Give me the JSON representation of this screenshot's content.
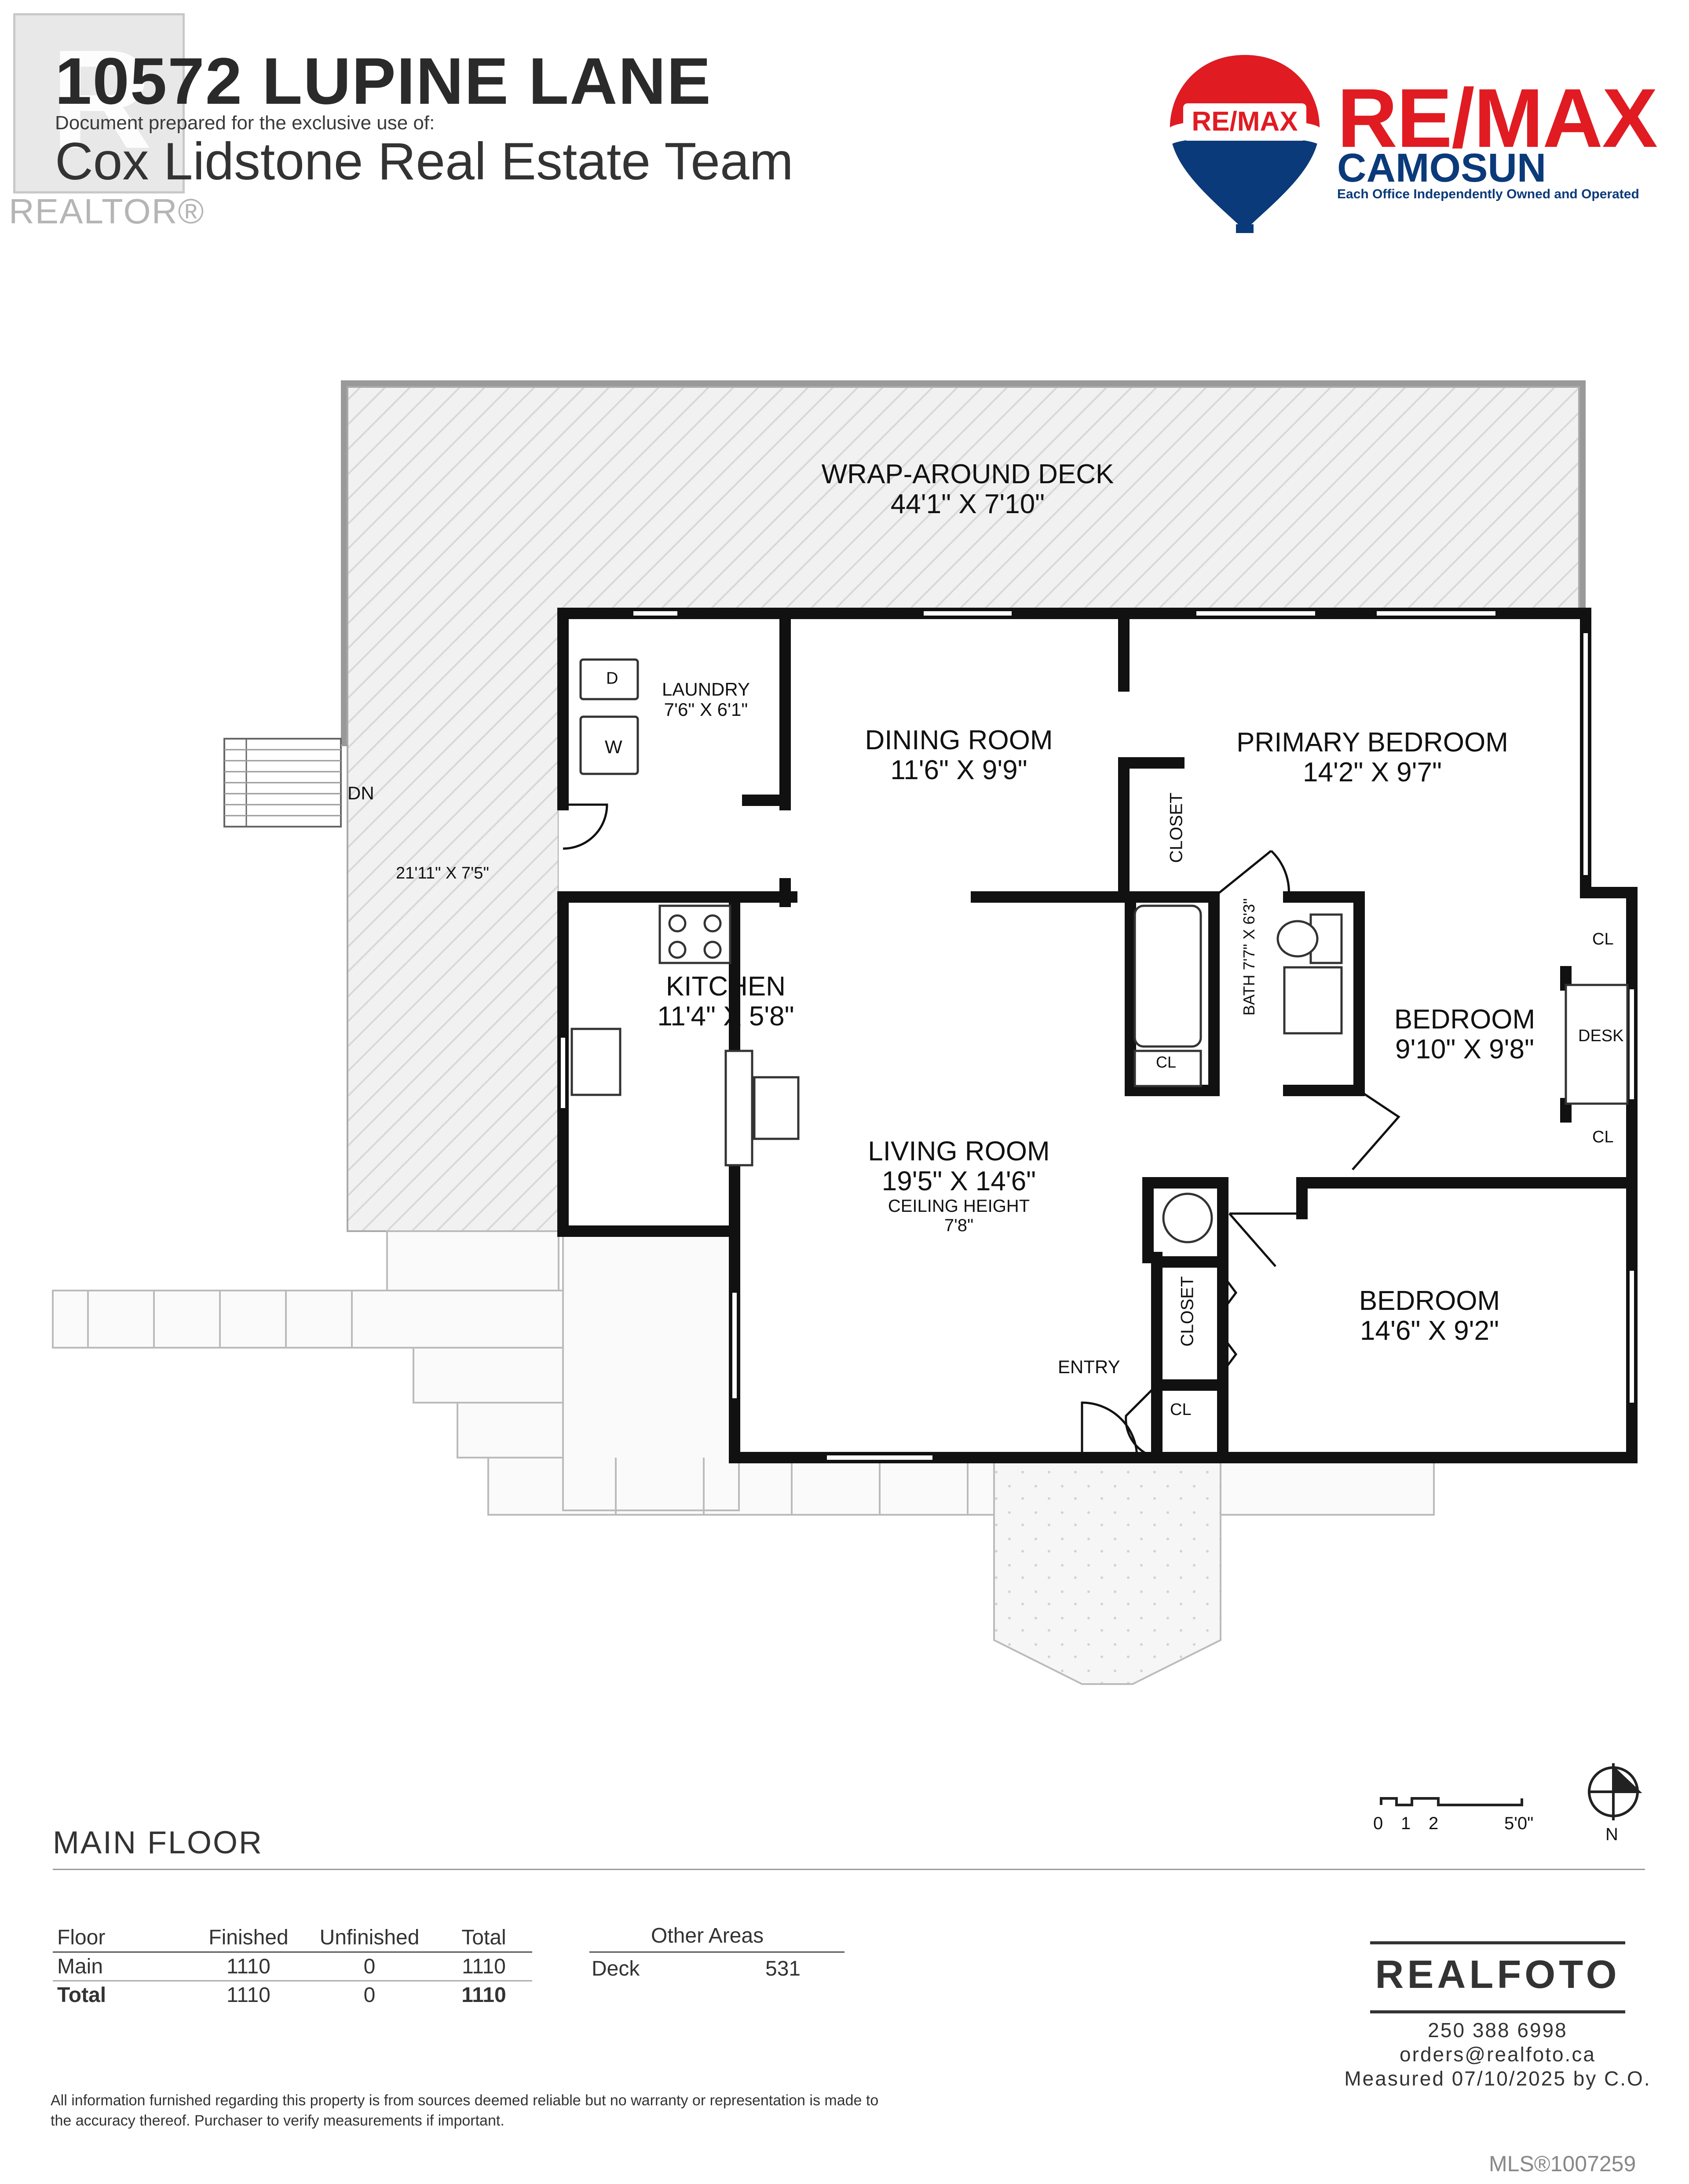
{
  "header": {
    "address": "10572 LUPINE LANE",
    "prepared_text": "Document prepared for the exclusive use of:",
    "prepared_for": "Cox Lidstone Real Estate Team",
    "realtor_watermark": "REALTOR®"
  },
  "remax": {
    "balloon_text": "RE/MAX",
    "name": "RE/MAX",
    "office": "CAMOSUN",
    "tagline": "Each Office Independently Owned and Operated",
    "colors": {
      "red": "#e11b22",
      "blue": "#0b3a7a"
    }
  },
  "plan": {
    "deck": {
      "name": "WRAP-AROUND DECK",
      "dims": "44'1\" X 7'10\"",
      "side_dims": "21'11\" X 7'5\"",
      "stairs_label": "DN"
    },
    "laundry": {
      "name": "LAUNDRY",
      "dims": "7'6\" X 6'1\"",
      "dryer": "D",
      "washer": "W"
    },
    "dining": {
      "name": "DINING ROOM",
      "dims": "11'6\" X 9'9\""
    },
    "primary_bedroom": {
      "name": "PRIMARY BEDROOM",
      "dims": "14'2\" X 9'7\""
    },
    "closet": "CLOSET",
    "kitchen": {
      "name": "KITCHEN",
      "dims": "11'4\" X 5'8\""
    },
    "bath": {
      "name": "BATH",
      "dims": "7'7\" X 6'3\""
    },
    "bedroom2": {
      "name": "BEDROOM",
      "dims": "9'10\" X 9'8\""
    },
    "bedroom3": {
      "name": "BEDROOM",
      "dims": "14'6\" X 9'2\""
    },
    "living": {
      "name": "LIVING ROOM",
      "dims": "19'5\" X 14'6\"",
      "ceiling": "CEILING HEIGHT",
      "ceiling_value": "7'8\""
    },
    "entry": "ENTRY",
    "cl": "CL",
    "desk": "DESK"
  },
  "scale": {
    "ticks": [
      "0",
      "1",
      "2",
      "5'0\""
    ],
    "north": "N"
  },
  "floor_title": "MAIN FLOOR",
  "area_table": {
    "headers": [
      "Floor",
      "Finished",
      "Unfinished",
      "Total"
    ],
    "rows": [
      [
        "Main",
        "1110",
        "0",
        "1110"
      ],
      [
        "Total",
        "1110",
        "0",
        "1110"
      ]
    ],
    "other_title": "Other Areas",
    "other": {
      "label": "Deck",
      "value": "531"
    }
  },
  "realfoto": {
    "name": "REALFOTO",
    "phone": "250 388 6998",
    "email": "orders@realfoto.ca",
    "measured": "Measured 07/10/2025 by C.O."
  },
  "disclaimer": "All information furnished regarding this property is from sources deemed reliable but no warranty or representation is made to the accuracy thereof. Purchaser to verify measurements if important.",
  "mls": "MLS®1007259"
}
